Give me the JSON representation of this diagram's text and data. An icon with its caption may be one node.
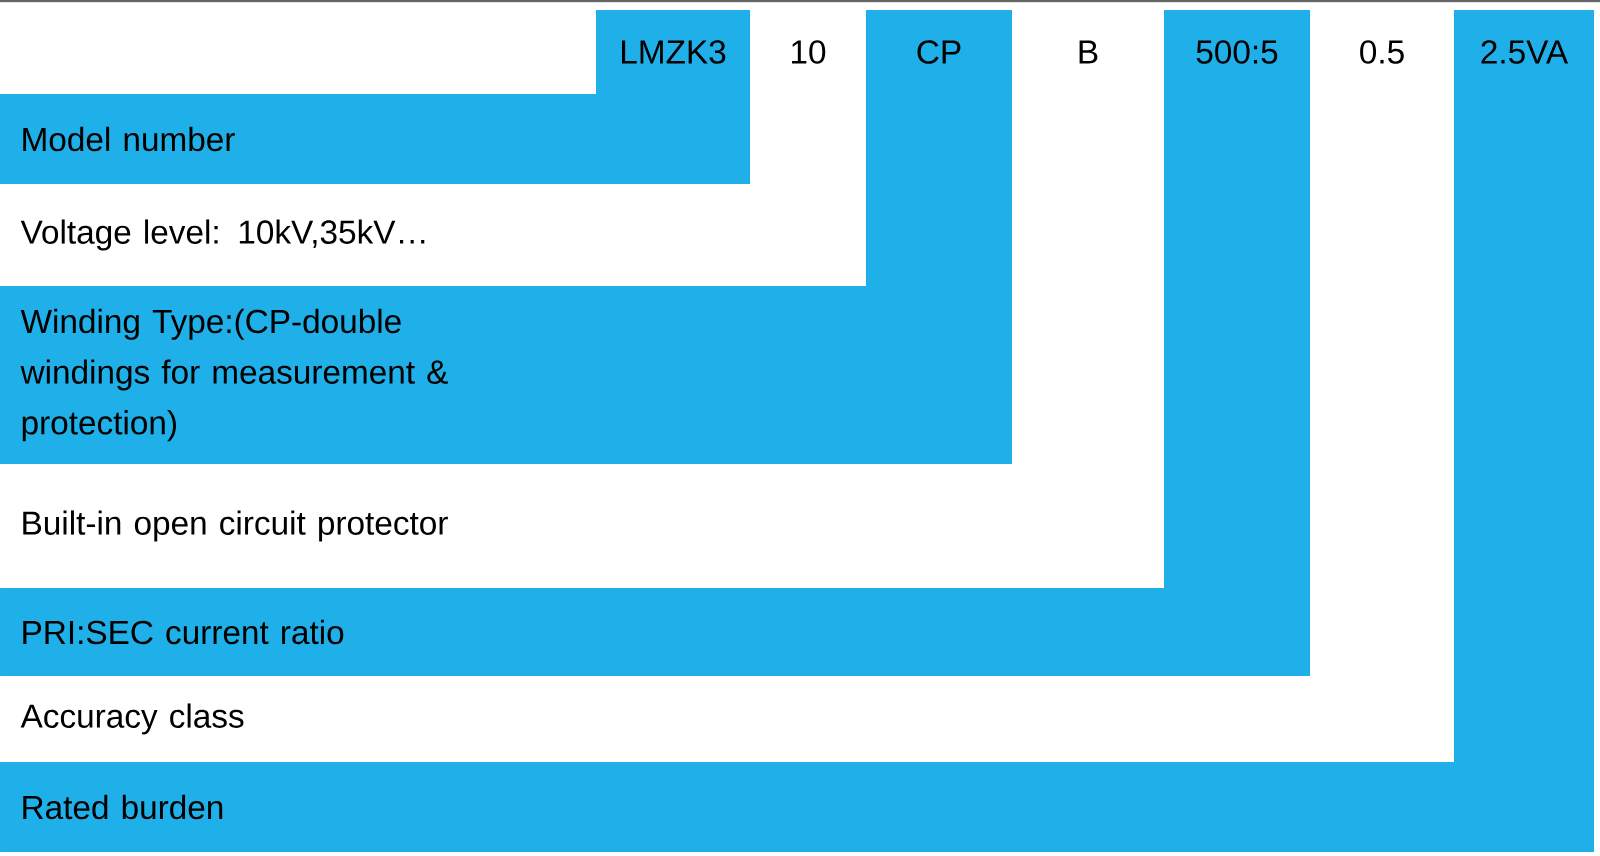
{
  "diagram": {
    "nodes": [
      {
        "text": [
          "LMZK3"
        ]
      },
      {
        "text": [
          "10"
        ]
      },
      {
        "text": [
          "CP"
        ]
      },
      {
        "text": [
          "B"
        ]
      },
      {
        "text": [
          "500:5"
        ]
      },
      {
        "text": [
          "0.5"
        ]
      },
      {
        "text": [
          "2.5VA"
        ]
      },
      {
        "text": [
          "Model number"
        ]
      },
      {
        "text": [
          "Voltage level: 10kV,35kV…"
        ]
      },
      {
        "text": [
          "Winding Type:(CP-double windings for measurement & protection)"
        ]
      },
      {
        "text": [
          "Built-in open circuit protector"
        ]
      },
      {
        "text": [
          "PRI:SEC current ratio"
        ]
      },
      {
        "text": [
          "Accuracy class"
        ]
      },
      {
        "text": [
          "Rated burden"
        ]
      }
    ]
  }
}
